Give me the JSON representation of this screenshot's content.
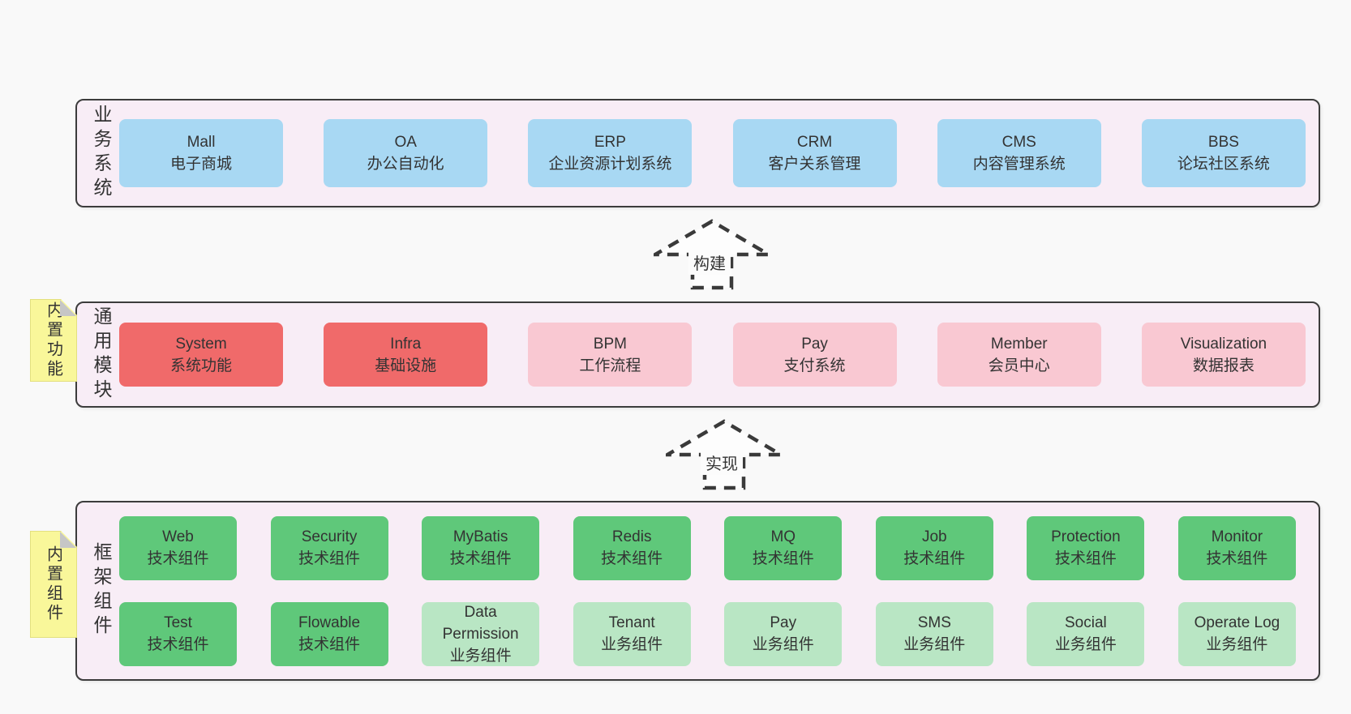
{
  "colors": {
    "page_bg": "#f9f9f9",
    "layer_bg": "#f8edf6",
    "layer_border": "#3c3c3c",
    "blue_box": "#a8d8f3",
    "red_box": "#f06a6a",
    "pink_box": "#f9c8d2",
    "green_dark_box": "#5fc87a",
    "green_light_box": "#b9e6c4",
    "note_bg": "#f9f79a",
    "text": "#333333"
  },
  "arrows": [
    {
      "id": "build",
      "label": "构建"
    },
    {
      "id": "implement",
      "label": "实现"
    }
  ],
  "layers": {
    "business": {
      "label": "业务系统",
      "boxes": [
        {
          "name": "Mall",
          "desc": "电子商城",
          "type": "blue"
        },
        {
          "name": "OA",
          "desc": "办公自动化",
          "type": "blue"
        },
        {
          "name": "ERP",
          "desc": "企业资源计划系统",
          "type": "blue"
        },
        {
          "name": "CRM",
          "desc": "客户关系管理",
          "type": "blue"
        },
        {
          "name": "CMS",
          "desc": "内容管理系统",
          "type": "blue"
        },
        {
          "name": "BBS",
          "desc": "论坛社区系统",
          "type": "blue"
        }
      ]
    },
    "modules": {
      "label": "通用模块",
      "note": "内置功能",
      "boxes": [
        {
          "name": "System",
          "desc": "系统功能",
          "type": "red"
        },
        {
          "name": "Infra",
          "desc": "基础设施",
          "type": "red"
        },
        {
          "name": "BPM",
          "desc": "工作流程",
          "type": "pink"
        },
        {
          "name": "Pay",
          "desc": "支付系统",
          "type": "pink"
        },
        {
          "name": "Member",
          "desc": "会员中心",
          "type": "pink"
        },
        {
          "name": "Visualization",
          "desc": "数据报表",
          "type": "pink"
        }
      ]
    },
    "components": {
      "label": "框架组件",
      "note": "内置组件",
      "row1": [
        {
          "name": "Web",
          "desc": "技术组件",
          "type": "green-dark"
        },
        {
          "name": "Security",
          "desc": "技术组件",
          "type": "green-dark"
        },
        {
          "name": "MyBatis",
          "desc": "技术组件",
          "type": "green-dark"
        },
        {
          "name": "Redis",
          "desc": "技术组件",
          "type": "green-dark"
        },
        {
          "name": "MQ",
          "desc": "技术组件",
          "type": "green-dark"
        },
        {
          "name": "Job",
          "desc": "技术组件",
          "type": "green-dark"
        },
        {
          "name": "Protection",
          "desc": "技术组件",
          "type": "green-dark"
        },
        {
          "name": "Monitor",
          "desc": "技术组件",
          "type": "green-dark"
        }
      ],
      "row2": [
        {
          "name": "Test",
          "desc": "技术组件",
          "type": "green-dark"
        },
        {
          "name": "Flowable",
          "desc": "技术组件",
          "type": "green-dark"
        },
        {
          "name": "Data Permission",
          "desc": "业务组件",
          "type": "green-light"
        },
        {
          "name": "Tenant",
          "desc": "业务组件",
          "type": "green-light"
        },
        {
          "name": "Pay",
          "desc": "业务组件",
          "type": "green-light"
        },
        {
          "name": "SMS",
          "desc": "业务组件",
          "type": "green-light"
        },
        {
          "name": "Social",
          "desc": "业务组件",
          "type": "green-light"
        },
        {
          "name": "Operate Log",
          "desc": "业务组件",
          "type": "green-light"
        }
      ]
    }
  }
}
